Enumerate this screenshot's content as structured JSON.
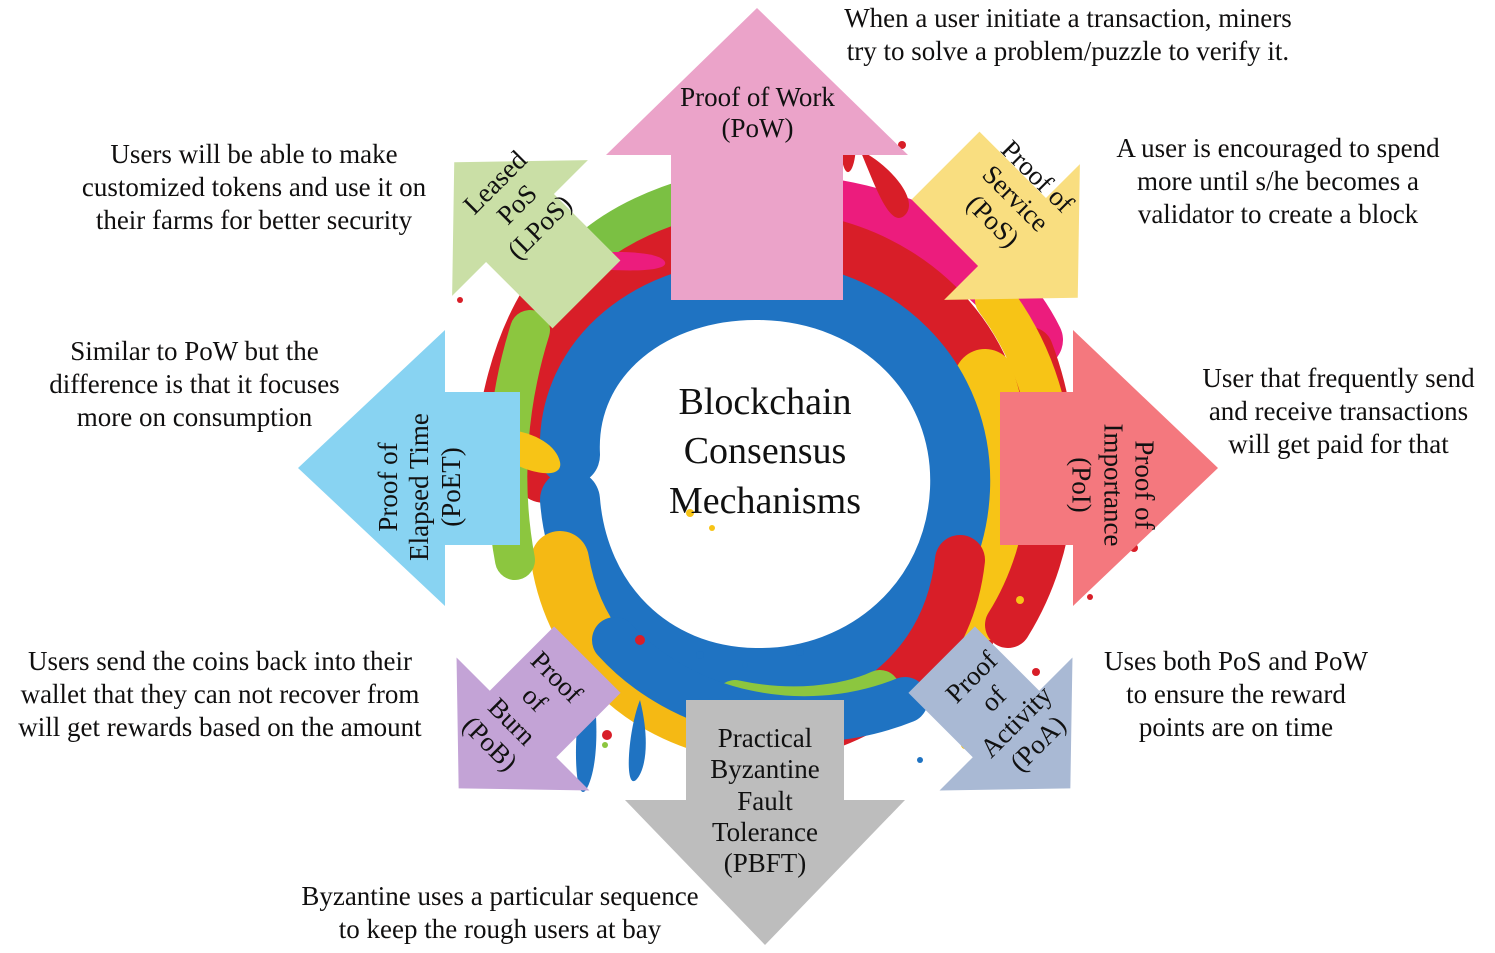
{
  "title": "Blockchain Consensus Mechanisms Diagram",
  "center": {
    "title": "Blockchain\nConsensus\nMechanisms",
    "line1": "Blockchain",
    "line2": "Consensus",
    "line3": "Mechanisms",
    "graphic": "paint-splash-ring"
  },
  "colors": {
    "pow": "#EBA3C9",
    "lpos": "#CADFA6",
    "pos": "#F9DE80",
    "poet": "#88D3F2",
    "poi": "#F4787E",
    "pob": "#C3A3D6",
    "poa": "#A9B9D4",
    "pbft": "#BDBDBD",
    "text": "#111111",
    "background": "#FFFFFF"
  },
  "mechanisms": [
    {
      "id": "pow",
      "name": "Proof of Work",
      "abbr": "(PoW)",
      "label": "Proof of Work\n(PoW)",
      "color": "#EBA3C9",
      "direction": "up",
      "description": "When a user initiate a transaction, miners try to solve a problem/puzzle to verify it.",
      "description_lines": [
        "When a user initiate a transaction, miners",
        "try to solve a problem/puzzle to verify it."
      ]
    },
    {
      "id": "lpos",
      "name": "Leased PoS",
      "abbr": "(LPoS)",
      "label": "Leased\nPoS\n(LPoS)",
      "color": "#CADFA6",
      "direction": "up-left",
      "description": "Users will be able to make customized tokens and use it on their farms for better security",
      "description_lines": [
        "Users will be able to make",
        "customized tokens and use it on",
        "their farms for better security"
      ]
    },
    {
      "id": "pos",
      "name": "Proof of Service",
      "abbr": "(PoS)",
      "label": "Proof of\nService\n(PoS)",
      "color": "#F9DE80",
      "direction": "down-left",
      "description": "A user is encouraged to spend more until s/he becomes a validator to create a block",
      "description_lines": [
        "A user is encouraged to spend",
        "more until s/he becomes a",
        "validator to create a block"
      ]
    },
    {
      "id": "poet",
      "name": "Proof of Elapsed Time",
      "abbr": "(PoET)",
      "label": "Proof of\nElapsed Time\n(PoET)",
      "color": "#88D3F2",
      "direction": "left",
      "description": "Similar to PoW but the difference is that it focuses more on consumption",
      "description_lines": [
        "Similar to PoW but the",
        "difference is that it focuses",
        "more on consumption"
      ]
    },
    {
      "id": "poi",
      "name": "Proof of Importance",
      "abbr": "(PoI)",
      "label": "Proof of\nImportance\n(PoI)",
      "color": "#F4787E",
      "direction": "right",
      "description": "User that frequently send and receive transactions will get paid for that",
      "description_lines": [
        "User that frequently send",
        "and receive transactions",
        "will get paid for that"
      ]
    },
    {
      "id": "pob",
      "name": "Proof of Burn",
      "abbr": "(PoB)",
      "label": "Proof\nof\nBurn\n(PoB)",
      "color": "#C3A3D6",
      "direction": "down-left",
      "description": "Users send the coins back into their wallet that they can not recover from will get rewards based on the amount",
      "description_lines": [
        "Users send the coins back into their",
        "wallet that they can not recover from",
        "will get rewards based on the amount"
      ]
    },
    {
      "id": "poa",
      "name": "Proof of Activity",
      "abbr": "(PoA)",
      "label": "Proof\nof\nActivity\n(PoA)",
      "color": "#A9B9D4",
      "direction": "down-right",
      "description": "Uses both PoS and PoW to ensure the reward points are on time",
      "description_lines": [
        "Uses both PoS and PoW",
        "to ensure the reward",
        "points are on time"
      ]
    },
    {
      "id": "pbft",
      "name": "Practical Byzantine Fault Tolerance",
      "abbr": "(PBFT)",
      "label": "Practical\nByzantine\nFault\nTolerance\n(PBFT)",
      "color": "#BDBDBD",
      "direction": "down",
      "description": "Byzantine uses a particular sequence to keep the rough users at bay",
      "description_lines": [
        "Byzantine uses a particular sequence",
        "to keep the rough users at bay"
      ]
    }
  ]
}
